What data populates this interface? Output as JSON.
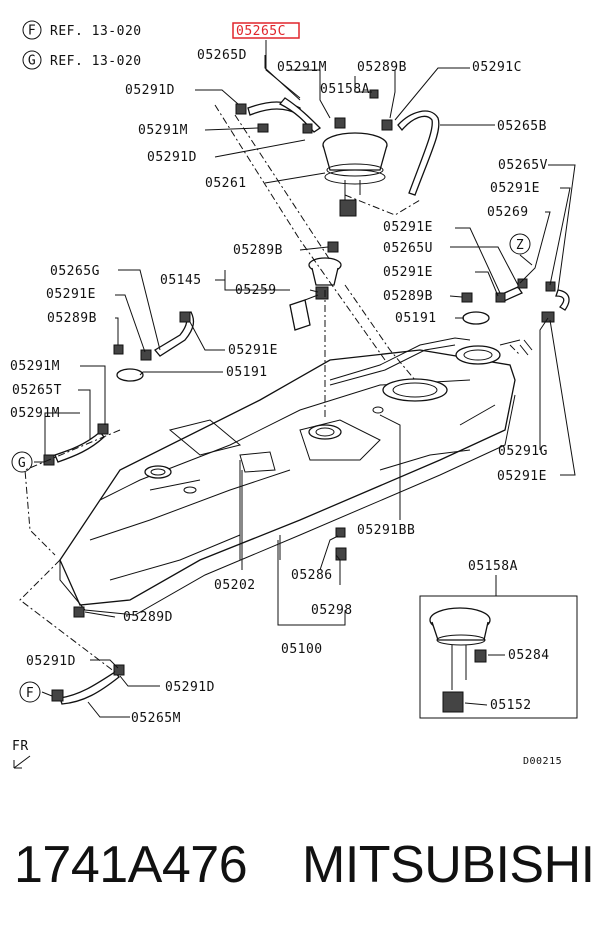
{
  "refs": {
    "f": {
      "letter": "F",
      "text": "REF. 13-020"
    },
    "g": {
      "letter": "G",
      "text": "REF. 13-020"
    }
  },
  "highlighted_part": "05265C",
  "markers": {
    "z": "Z",
    "g": "G",
    "f": "F"
  },
  "labels": {
    "p05265D": "05265D",
    "p05291M_top": "05291M",
    "p05289B_top": "05289B",
    "p05291C": "05291C",
    "p05291D_a": "05291D",
    "p05158A_top": "05158A",
    "p05291M_b": "05291M",
    "p05265B": "05265B",
    "p05291D_b": "05291D",
    "p05261": "05261",
    "p05265V": "05265V",
    "p05291E_r1": "05291E",
    "p05269": "05269",
    "p05291E_r2": "05291E",
    "p05289B_mid": "05289B",
    "p05265U": "05265U",
    "p05291E_r3": "05291E",
    "p05265G": "05265G",
    "p05145": "05145",
    "p05259": "05259",
    "p05289B_r": "05289B",
    "p05291E_l": "05291E",
    "p05191_r": "05191",
    "p05289B_l": "05289B",
    "p05291E_l2": "05291E",
    "p05191_l": "05191",
    "p05291M_l1": "05291M",
    "p05265T": "05265T",
    "p05291M_l2": "05291M",
    "p05291G": "05291G",
    "p05291E_r4": "05291E",
    "p05291BB": "05291BB",
    "p05202": "05202",
    "p05286": "05286",
    "p05298": "05298",
    "p05289D": "05289D",
    "p05100": "05100",
    "p05158A_inset": "05158A",
    "p05284": "05284",
    "p05152": "05152",
    "p05291D_l": "05291D",
    "p05291D_r": "05291D",
    "p05265M": "05265M"
  },
  "front_indicator": "FR",
  "diagram_code": "D00215",
  "footer": {
    "part_number": "1741A476",
    "brand": "MITSUBISHI"
  },
  "colors": {
    "highlight": "#e0252b",
    "ink": "#111111"
  }
}
